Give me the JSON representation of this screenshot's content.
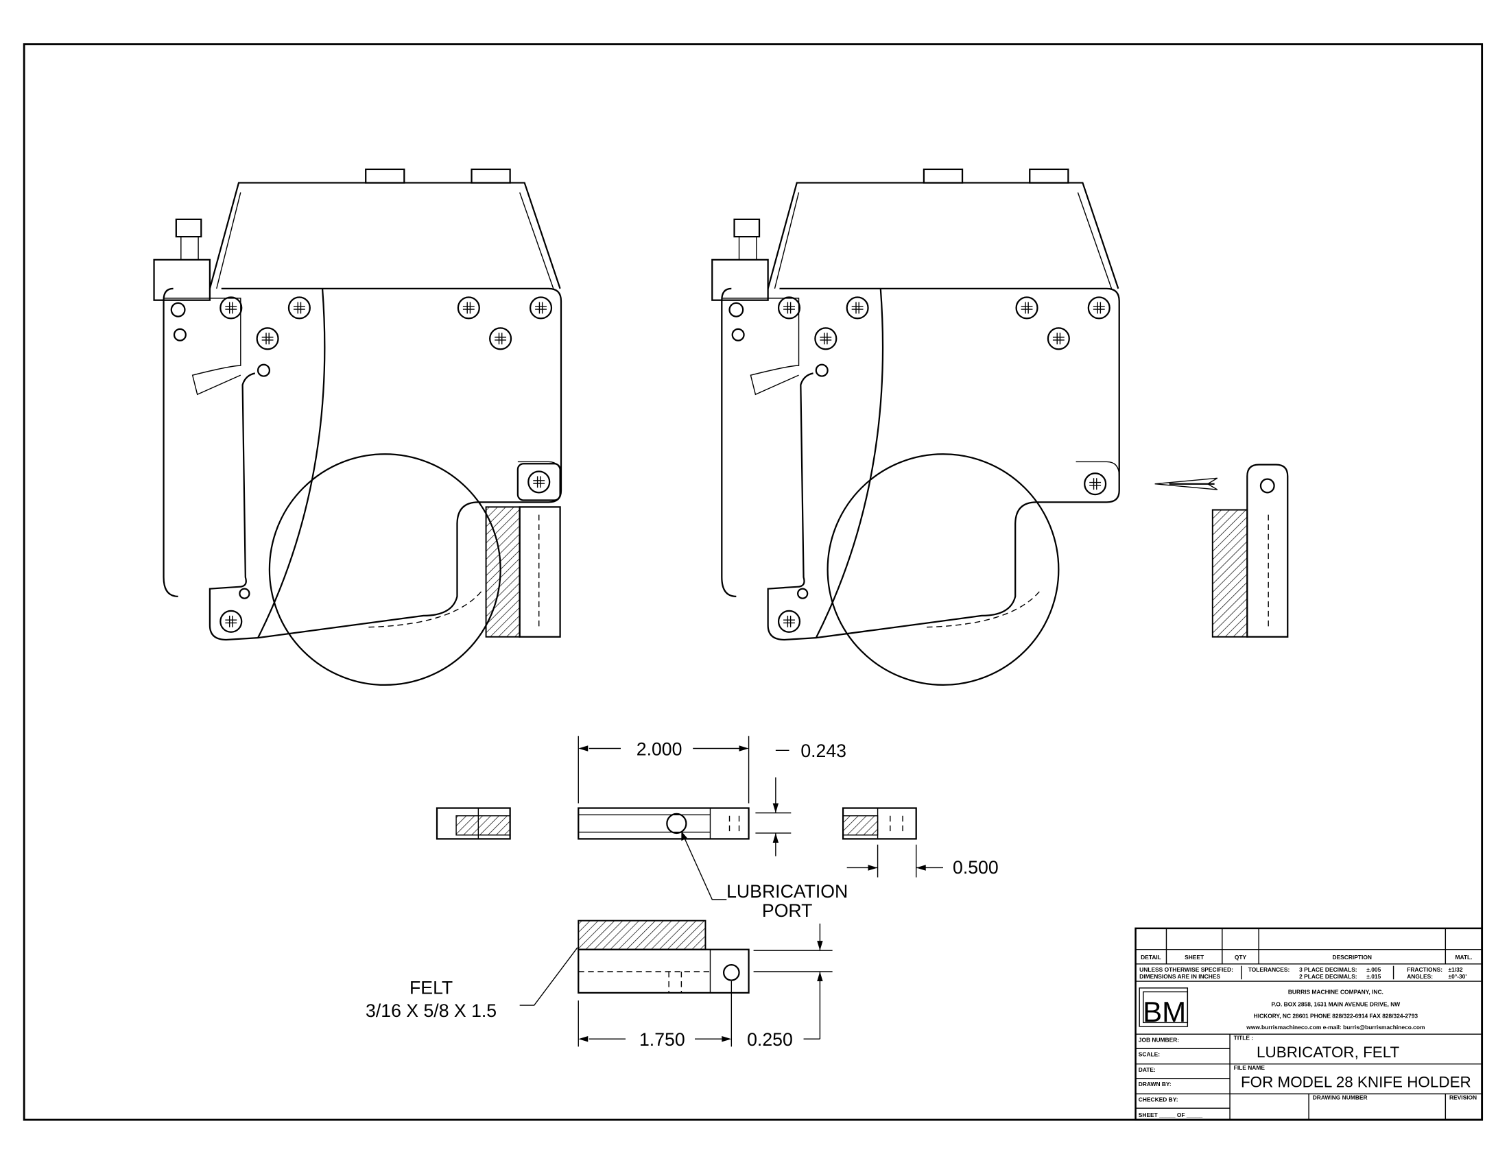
{
  "drawing": {
    "dimensions": {
      "d1": "2.000",
      "d2": "0.243",
      "d3": "0.500",
      "d4": "1.750",
      "d5": "0.250"
    },
    "notes": {
      "lubrication_1": "LUBRICATION",
      "lubrication_2": "PORT",
      "felt_1": "FELT",
      "felt_2": "3/16 X 5/8 X 1.5"
    }
  },
  "title_block": {
    "headers": {
      "detail": "DETAIL",
      "sheet": "SHEET",
      "qty": "QTY",
      "description": "DESCRIPTION",
      "matl": "MATL."
    },
    "tolerances": {
      "unless_1": "UNLESS OTHERWISE SPECIFIED:",
      "unless_2": "DIMENSIONS ARE IN INCHES",
      "tol_label": "TOLERANCES:",
      "place3": "3 PLACE DECIMALS:",
      "place3_val": "±.005",
      "place2": "2 PLACE DECIMALS:",
      "place2_val": "±.015",
      "fractions": "FRACTIONS:",
      "fractions_val": "±1/32",
      "angles": "ANGLES:",
      "angles_val": "±0°-30'"
    },
    "company": {
      "logo": "BM",
      "name": "BURRIS MACHINE COMPANY, INC.",
      "address": "P.O. BOX 2858, 1631 MAIN AVENUE DRIVE, NW",
      "city_phone": "HICKORY, NC 28601   PHONE 828/322-6914    FAX 828/324-2793",
      "web_email": "www.burrismachineco.com      e-mail: burris@burrismachineco.com"
    },
    "fields": {
      "job_number": "JOB NUMBER:",
      "scale": "SCALE:",
      "date": "DATE:",
      "drawn_by": "DRAWN BY:",
      "checked_by": "CHECKED BY:",
      "sheet_of": "SHEET _____ OF _____",
      "title_label": "TITLE :",
      "title": "LUBRICATOR, FELT",
      "file_name_label": "FILE NAME",
      "file_name": "FOR MODEL 28 KNIFE HOLDER",
      "drawing_number_label": "DRAWING NUMBER",
      "revision_label": "REVISION"
    }
  }
}
